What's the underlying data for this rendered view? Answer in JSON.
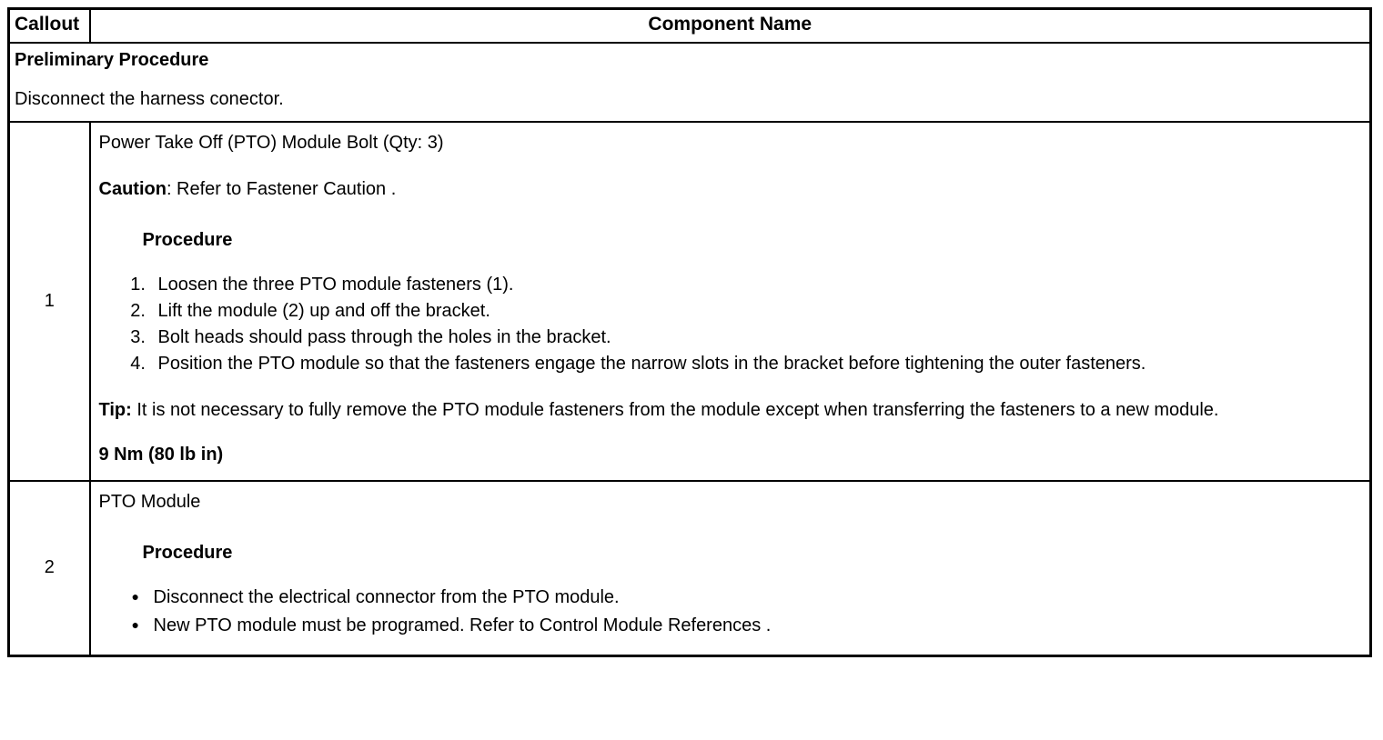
{
  "table": {
    "header": {
      "callout_label": "Callout",
      "component_label": "Component Name"
    },
    "preliminary": {
      "title": "Preliminary Procedure",
      "text": "Disconnect the harness conector."
    },
    "rows": [
      {
        "callout": "1",
        "name": "Power Take Off (PTO) Module Bolt (Qty: 3)",
        "caution_label": "Caution",
        "caution_text": ": Refer to Fastener Caution .",
        "procedure_label": "Procedure",
        "steps": [
          "Loosen the three PTO module fasteners (1).",
          "Lift the module (2) up and off the bracket.",
          "Bolt heads should pass through the holes in the bracket.",
          "Position the PTO module so that the fasteners engage the narrow slots in the bracket before tightening the outer fasteners."
        ],
        "tip_label": "Tip:",
        "tip_text": " It is not necessary to fully remove the PTO module fasteners from the module except when transferring the fasteners to a new module.",
        "torque": "9 Nm (80 lb in)"
      },
      {
        "callout": "2",
        "name": "PTO Module",
        "procedure_label": "Procedure",
        "bullets": [
          "Disconnect the electrical connector from the PTO module.",
          "New PTO module must be programed. Refer to Control Module References ."
        ]
      }
    ]
  }
}
